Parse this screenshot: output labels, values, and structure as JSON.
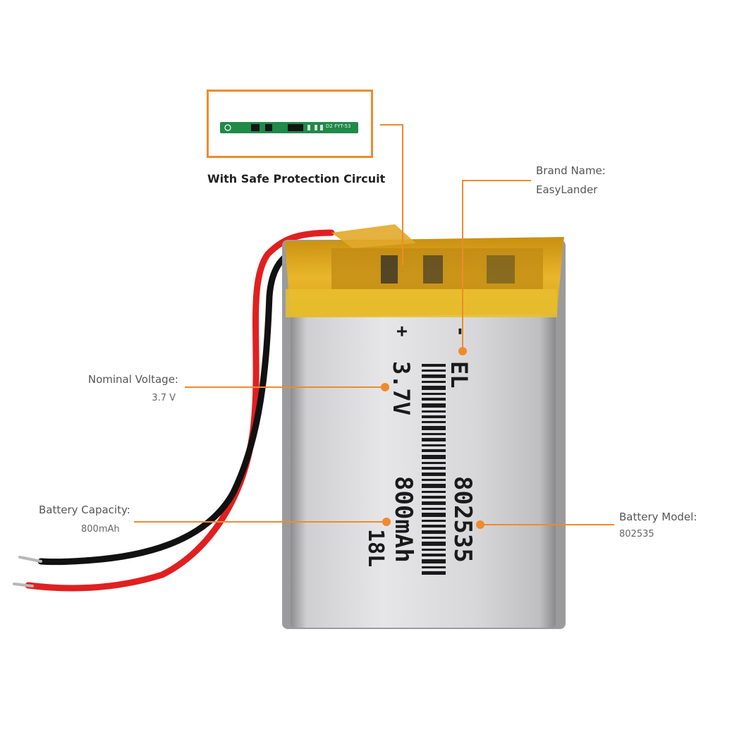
{
  "pcb_caption": "With Safe Protection Circuit",
  "pcb_marking": "D2 FYT-53",
  "brand": {
    "label": "Brand Name:",
    "value": "EasyLander"
  },
  "voltage": {
    "label": "Nominal Voltage:",
    "value": "3.7 V"
  },
  "capacity": {
    "label": "Battery  Capacity:",
    "value": "800mAh"
  },
  "model": {
    "label": "Battery Model:",
    "value": "802535"
  },
  "battery_print": {
    "plus": "+",
    "minus": "-",
    "brand_mark": "EL",
    "voltage": "3.7V",
    "model": "802535",
    "capacity": "800mAh",
    "code": "18L"
  },
  "colors": {
    "accent": "#f08a2c",
    "pcb_green": "#1f8a4a",
    "tape_yellow": "#e6b520",
    "wire_red": "#e02020",
    "wire_black": "#111111"
  }
}
